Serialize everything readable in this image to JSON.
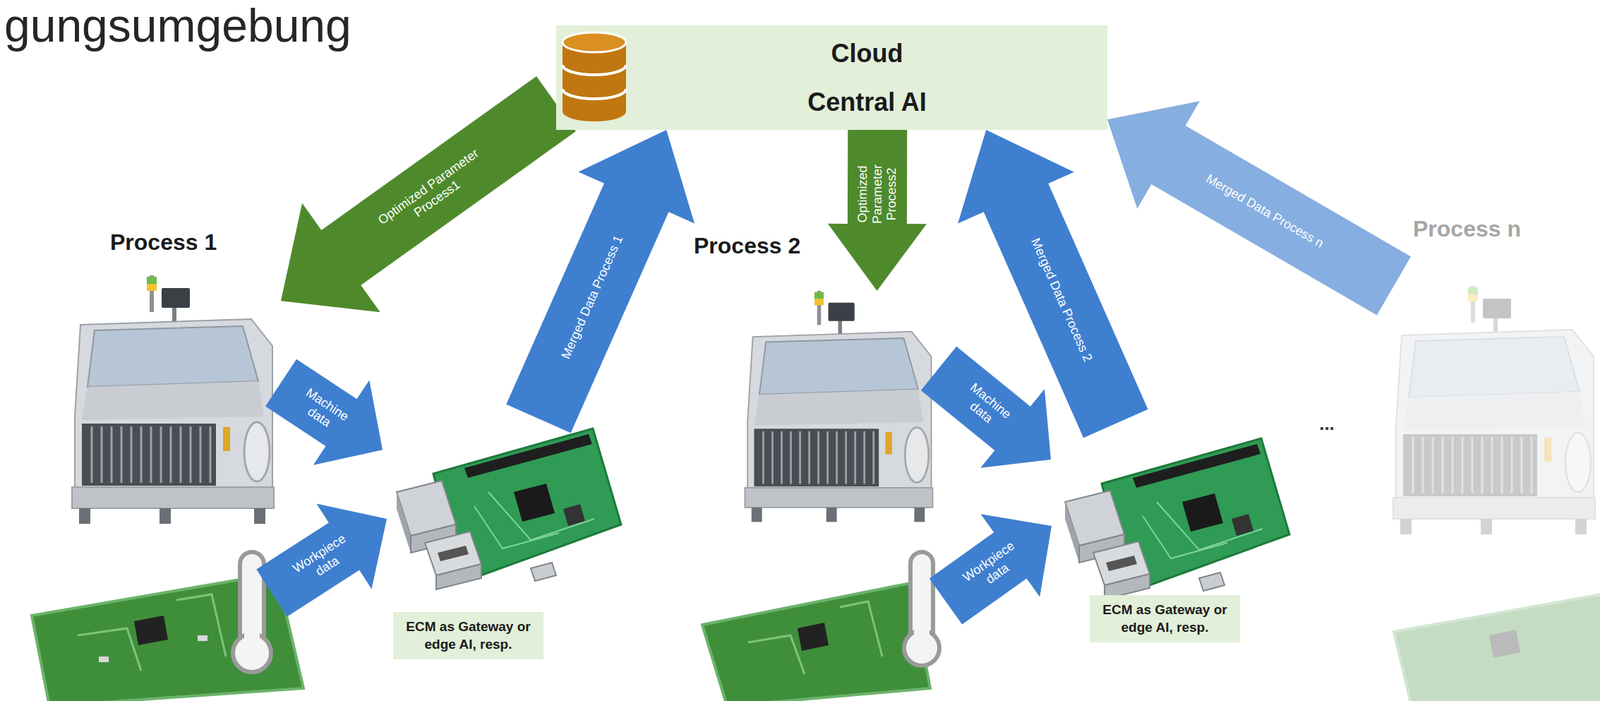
{
  "diagram": {
    "title": "gungsumgebung",
    "nodes": [
      {
        "text": [
          "Cloud",
          "Central AI"
        ]
      },
      {
        "text": [
          "Process 1"
        ]
      },
      {
        "text": [
          "ECM as Gateway or edge AI, resp."
        ]
      },
      {
        "text": [
          "Process 2"
        ]
      },
      {
        "text": [
          "ECM as Gateway or edge AI, resp."
        ]
      },
      {
        "text": [
          "Process n"
        ]
      }
    ],
    "edges": [
      {
        "from": 0,
        "to": 1,
        "arrow": "to",
        "label": "Optimized Parameter Process1"
      },
      {
        "from": 2,
        "to": 0,
        "arrow": "to",
        "label": "Merged Data Process 1"
      },
      {
        "from": 1,
        "to": 2,
        "arrow": "to",
        "label": "Machine data"
      },
      {
        "from": 0,
        "to": 3,
        "arrow": "to",
        "label": "Optimized Parameter Process2"
      },
      {
        "from": 4,
        "to": 0,
        "arrow": "to",
        "label": "Merged Data Process 2"
      },
      {
        "from": 3,
        "to": 4,
        "arrow": "to",
        "label": "Machine data"
      },
      {
        "from": 5,
        "to": 0,
        "arrow": "to",
        "label": "Merged Data Process n"
      }
    ],
    "labels": [
      "Workpiece data",
      "Workpiece data",
      "..."
    ]
  }
}
